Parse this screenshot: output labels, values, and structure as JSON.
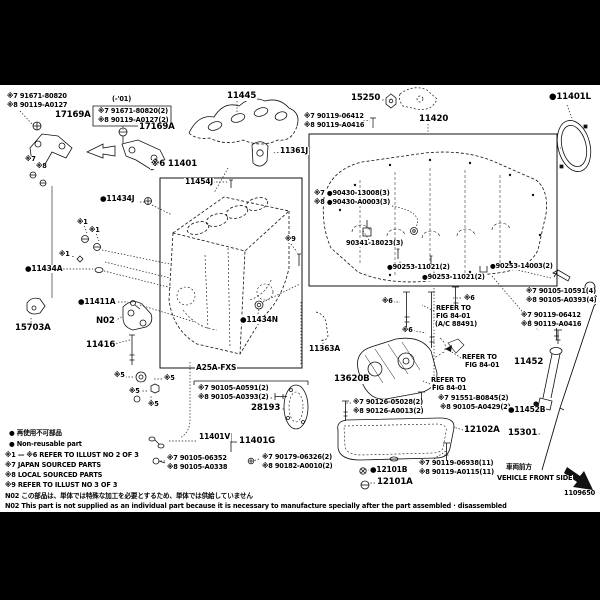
{
  "page": {
    "background": "#ffffff",
    "letterbox_color": "#000000"
  },
  "labels": {
    "b91671": "※7 91671-80820",
    "b90119a0127": "※8 90119-A0127",
    "hanger": "17169A",
    "until01": "(-'01)",
    "b91671x2": "※7 91671-80820(2)",
    "b90119a0127x2": "※8 90119-A0127(2)",
    "m1": "※1",
    "m5": "※5",
    "m6": "※6",
    "m7": "※7",
    "m8": "※8",
    "m9": "※9",
    "block11401": "※6 11401",
    "g11445": "11445",
    "p11361j": "11361J",
    "p15250": "15250",
    "b90119_06412": "※7 90119-06412",
    "b90119a0416": "※8 90119-A0416",
    "p11420": "11420",
    "p11401l": "●11401L",
    "p11454j": "11454J",
    "p11434j": "●11434J",
    "b90430jp": "※7 ●90430-13008(3)",
    "b90430lo": "※8 ●90430-A0003(3)",
    "plug90341": "90341-18023(3)",
    "pin90253a": "●90253-11021(2)",
    "pin90253b": "●90253-14003(2)",
    "b90105_10591": "※7 90105-10591(4)",
    "b90105a0393x4": "※8 90105-A0393(4)",
    "p11434a": "●11434A",
    "p11411a": "●11411A",
    "p15703a": "15703A",
    "n02": "N02",
    "p11416": "11416",
    "p11434n": "●11434N",
    "p11363a": "11363A",
    "refer": "REFER TO",
    "fig": "FIG 84-01",
    "ac88491": "(A/C 88491)",
    "p11452": "11452",
    "p13620b": "13620B",
    "b91551": "※7 91551-B0845(2)",
    "b90105a0429": "※8 90105-A0429(2)",
    "p11452b": "●11452B",
    "p15301": "15301",
    "engine": "A25A-FXS",
    "b90105a0591": "※7 90105-A0591(2)",
    "b90105a0393x2": "※8 90105-A0393(2)",
    "p28193": "28193",
    "p11401v": "11401V",
    "p11401g": "11401G",
    "b90105_06352": "※7 90105-06352",
    "b90105a0338": "※8 90105-A0338",
    "b90179": "※7 90179-06326(2)",
    "b90182": "※8 90182-A0010(2)",
    "b90126jp": "※7 90126-05028(2)",
    "b90126lo": "※8 90126-A0013(2)",
    "p12102a": "12102A",
    "b90119_06938": "※7 90119-06938(11)",
    "b90119a0115": "※8 90119-A0115(11)",
    "p12101b": "●12101B",
    "p12101a": "12101A"
  },
  "legend": {
    "bullet_jp": "● 再使用不可部品",
    "bullet_en": "● Non-reusable part",
    "ref_note": "※1 — ※6 REFER TO ILLUST NO 2 OF 3",
    "jp_sourced": "※7 JAPAN SOURCED PARTS",
    "local_sourced": "※8 LOCAL SOURCED PARTS",
    "ref_note2": "※9 REFER TO ILLUST NO 3 OF 3",
    "n02_jp": "N02 この部品は、単体では特殊な加工を必要とするため、単体では供給していません",
    "n02_en": "N02 This part is not supplied as an individual part because it is necessary to manufacture specially after the part assembled · disassembled"
  },
  "footer": {
    "front_jp": "車両前方",
    "front_en": "VEHICLE FRONT SIDE",
    "doc": "1109650"
  }
}
